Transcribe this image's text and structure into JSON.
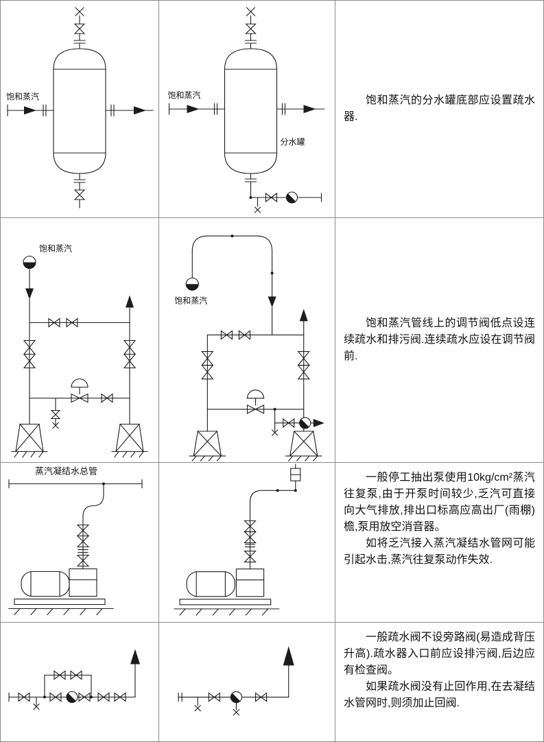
{
  "page": {
    "background": "#ffffff",
    "grid_line_color": "#8b8b8b",
    "drawing_line_color": "#1c1c1c",
    "text_color": "#111111"
  },
  "diagrams": {
    "r1": {
      "left": {
        "steam_label": "饱和蒸汽"
      },
      "middle": {
        "steam_label": "饱和蒸汽",
        "tank_label": "分水罐"
      }
    },
    "r2": {
      "left": {
        "steam_label": "饱和蒸汽"
      },
      "middle": {
        "steam_label": "饱和蒸汽"
      }
    },
    "r3": {
      "left": {
        "header_label": "蒸汽凝结水总管"
      }
    }
  },
  "notes": {
    "r1": {
      "p1": "饱和蒸汽的分水罐底部应设置疏水器."
    },
    "r2": {
      "p1": "饱和蒸汽管线上的调节阀低点设连续疏水和排污阀.连续疏水应设在调节阀前."
    },
    "r3": {
      "p1": "一般停工抽出泵使用10kg/cm²蒸汽往复泵,由于开泵时间较少,乏汽可直接向大气排放,排出口标高应高出厂(雨棚)檐,泵用放空消音器。",
      "p2": "如将乏汽接入蒸汽凝结水管网可能引起水击,蒸汽往复泵动作失效."
    },
    "r4": {
      "p1": "一般疏水阀不设旁路阀(易造成背压升高).疏水器入口前应设排污阀,后边应有检查阀。",
      "p2": "如果疏水阀没有止回作用,在去凝结水管网时,则须加止回阀."
    }
  }
}
